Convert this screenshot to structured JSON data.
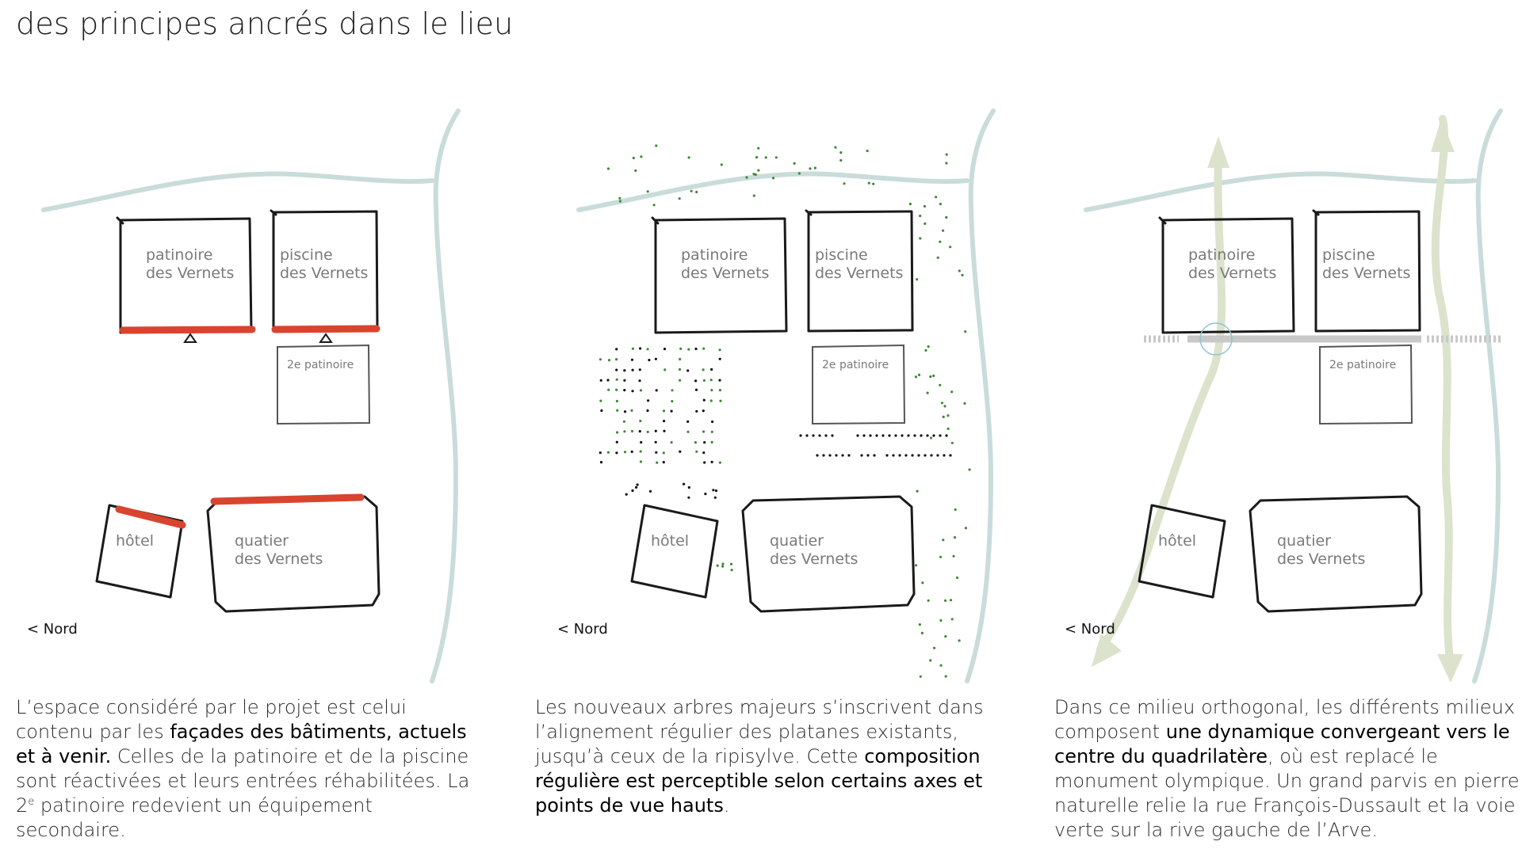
{
  "title": "des principes ancrés dans le lieu",
  "diagram_labels": {
    "patinoire_1": "patinoire",
    "patinoire_2": "des Vernets",
    "piscine_1": "piscine",
    "piscine_2": "des Vernets",
    "second_rink": "2e patinoire",
    "hotel": "hôtel",
    "quartier_1": "quatier",
    "quartier_2": "des Vernets",
    "north": "< Nord"
  },
  "colors": {
    "river": "#c9dcda",
    "facade": "#d9442f",
    "flow": "#dbe3cc",
    "axis": "#c8c8c8",
    "tree_green": "#3f8a35",
    "tree_black": "#111111"
  },
  "captions": [
    {
      "parts": [
        "L’espace considéré par le projet est celui contenu par les ",
        "façades des bâtiments, actuels et à venir.",
        " Celles de la patinoire et de la piscine sont réactivées et leurs entrées réhabilitées. La 2",
        "e",
        " patinoire redevient un équipement secondaire."
      ]
    },
    {
      "parts": [
        "Les nouveaux arbres majeurs s’inscrivent dans l’alignement régulier des platanes existants, jusqu’à ceux de la ripisylve. Cette ",
        "composition régulière est perceptible selon certains axes et points de vue hauts",
        "."
      ]
    },
    {
      "parts": [
        "Dans ce milieu orthogonal, les différents milieux composent ",
        "une dynamique convergeant vers le centre du quadrilatère",
        ", où est replacé le monument olympique. Un grand parvis en pierre naturelle relie la rue François-Dussault et la voie verte sur la rive gauche de l’Arve."
      ]
    }
  ]
}
